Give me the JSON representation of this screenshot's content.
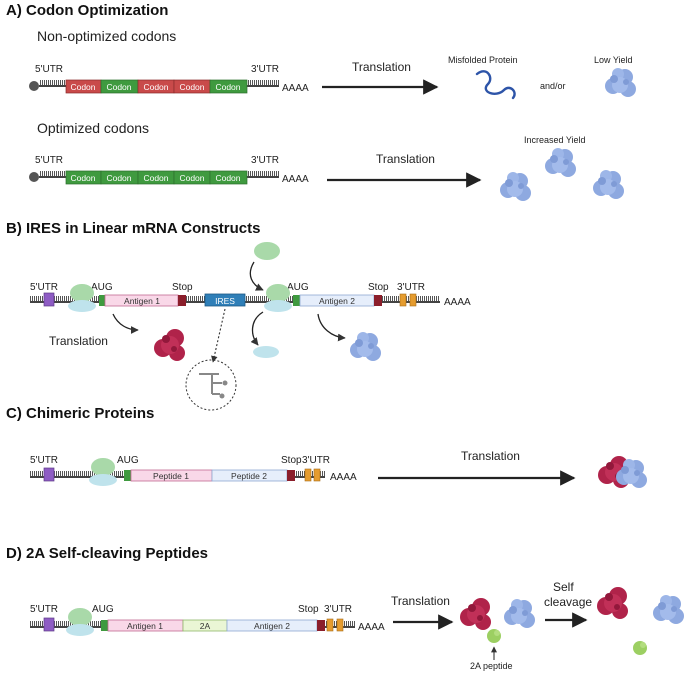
{
  "sections": {
    "a": {
      "title": "A) Codon Optimization",
      "nonopt_label": "Non-optimized codons",
      "opt_label": "Optimized codons",
      "codon": "Codon",
      "misfolded": "Misfolded Protein",
      "andor": "and/or",
      "low_yield": "Low Yield",
      "increased_yield": "Increased Yield"
    },
    "b": {
      "title": "B) IRES in Linear mRNA Constructs",
      "antigen1": "Antigen 1",
      "antigen2": "Antigen 2",
      "ires": "IRES"
    },
    "c": {
      "title": "C) Chimeric Proteins",
      "peptide1": "Peptide 1",
      "peptide2": "Peptide 2"
    },
    "d": {
      "title": "D) 2A Self-cleaving Peptides",
      "antigen1": "Antigen 1",
      "twoA": "2A",
      "antigen2": "Antigen 2",
      "self": "Self",
      "cleavage": "cleavage",
      "peptide_label": "2A peptide"
    }
  },
  "common": {
    "utr5": "5'UTR",
    "utr3": "3'UTR",
    "aaaa": "AAAA",
    "aug": "AUG",
    "stop": "Stop",
    "translation": "Translation"
  },
  "colors": {
    "codon_red": "#c94a4a",
    "codon_green": "#3f9a3f",
    "protein_blue": "#8ea9e0",
    "protein_red": "#b0234a",
    "ribosome_green": "#a9d9a9",
    "ribosome_blue": "#bfe3ec",
    "utr_purple": "#8e5cc4",
    "stop_red": "#8b1e2b",
    "orange": "#e59c2f",
    "antigen_pink": "#f9d8e8",
    "antigen_blue": "#e6eefb",
    "ires_blue": "#2f7fb8",
    "twoA_green": "#eaf6d5"
  }
}
